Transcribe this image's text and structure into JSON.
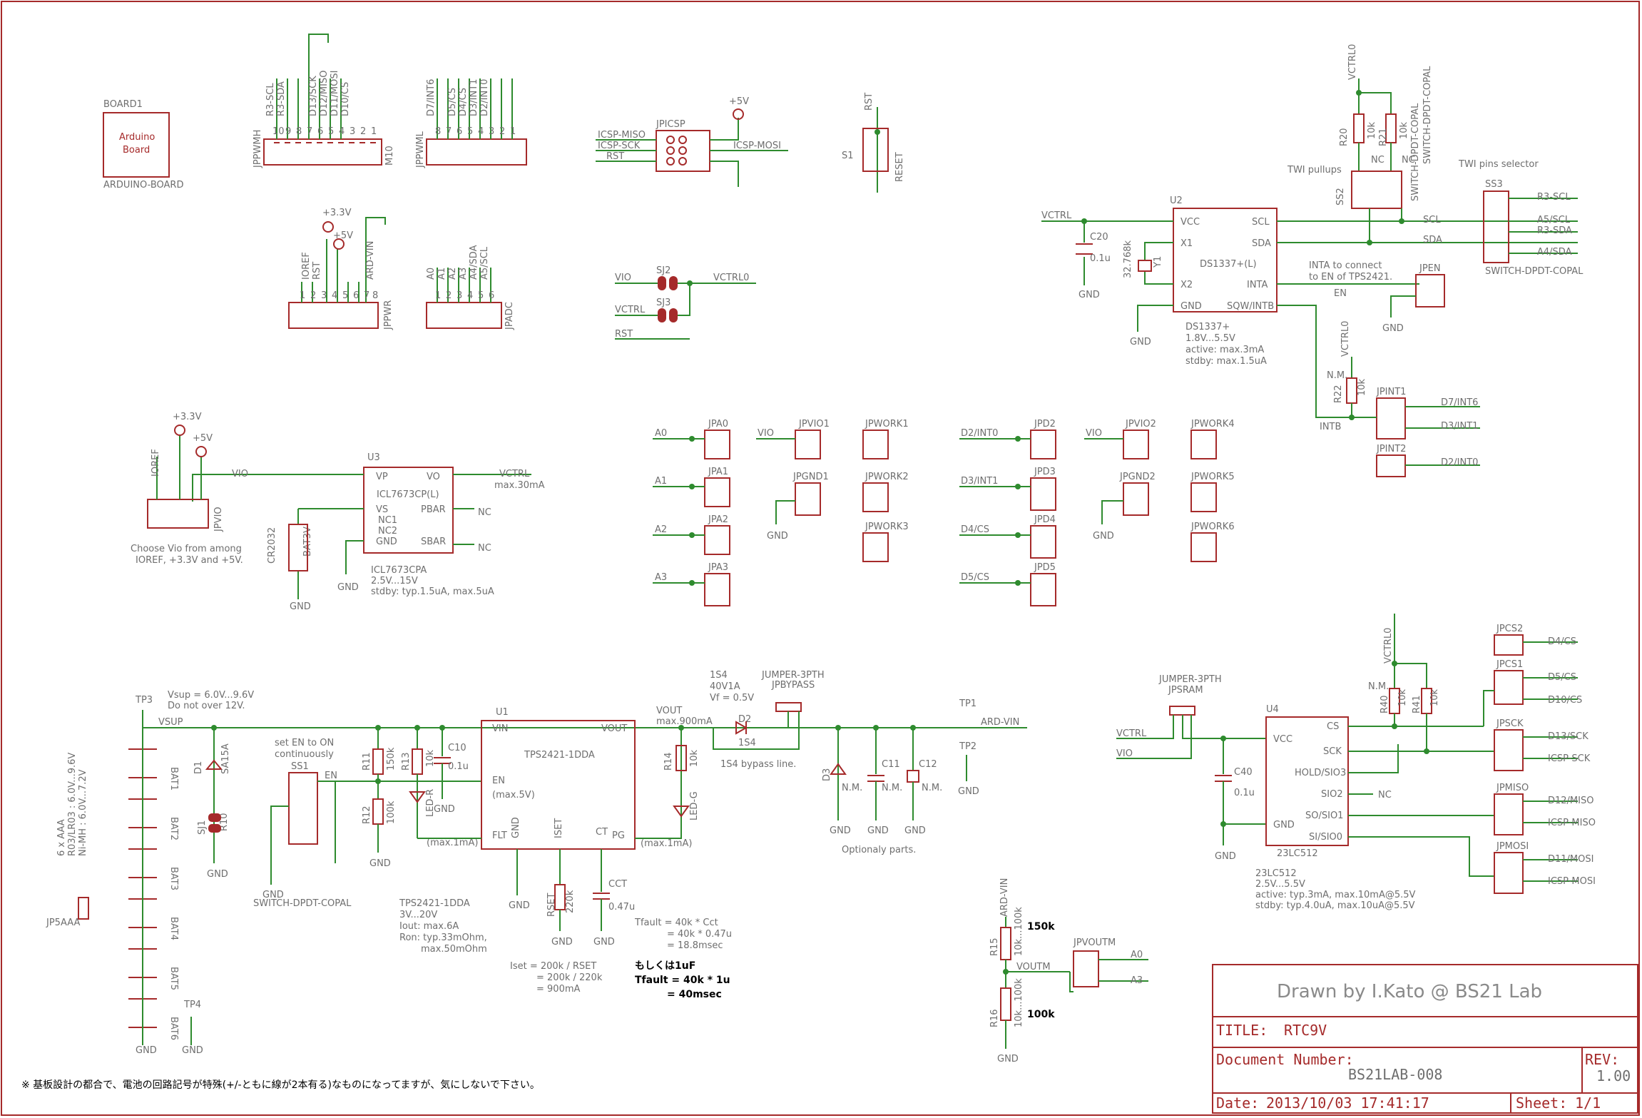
{
  "board": {
    "ref": "BOARD1",
    "label1": "Arduino",
    "label2": "Board",
    "value": "ARDUINO-BOARD"
  },
  "headers": {
    "jppwmh": {
      "ref": "JPPWMH",
      "value": "M10",
      "pins": [
        "R3-SCL",
        "R3-SDA",
        "D13/SCK",
        "D12/MISO",
        "D11/MOSI",
        "D10/CS"
      ]
    },
    "jppwml": {
      "ref": "JPPWML",
      "pins": [
        "D7/INT6",
        "D5/CS",
        "D4/CS",
        "D3/INT1",
        "D2/INT0"
      ]
    },
    "jppwr": {
      "ref": "JPPWR",
      "pins": [
        "IOREF",
        "RST",
        "ARD-VIN"
      ],
      "p1": "+3.3V",
      "p2": "+5V"
    },
    "jpadc": {
      "ref": "JPADC",
      "pins": [
        "A0",
        "A1",
        "A2",
        "A3",
        "A4/SDA",
        "A5/SCL"
      ]
    }
  },
  "icsp": {
    "ref": "JPICSP",
    "miso": "ICSP-MISO",
    "sck": "ICSP-SCK",
    "rst": "RST",
    "mosi": "ICSP-MOSI",
    "vcc": "+5V"
  },
  "reset": {
    "ref": "S1",
    "net": "RST",
    "value": "RESET"
  },
  "solder": {
    "sj2": "SJ2",
    "sj3": "SJ3",
    "vio": "VIO",
    "vctrl": "VCTRL",
    "vctrl0": "VCTRL0"
  },
  "rtc": {
    "ref": "U2",
    "chip": "DS1337+(L)",
    "partno": "DS1337+",
    "spec1": "1.8V...5.5V",
    "spec2": "active: max.3mA",
    "spec3": "stdby: max.1.5uA",
    "pins": {
      "vcc": "VCC",
      "x1": "X1",
      "x2": "X2",
      "gnd": "GND",
      "scl": "SCL",
      "sda": "SDA",
      "inta": "INTA",
      "sqw": "SQW/INTB"
    },
    "crystal": "32.768k",
    "yref": "Y1",
    "cap": "C20",
    "capval": "0.1u",
    "vnet": "VCTRL",
    "inta_note1": "INTA to connect",
    "inta_note2": "to EN of TPS2421.",
    "en": "EN",
    "intb": "INTB"
  },
  "twi": {
    "pullups": "TWI pullups",
    "selector": "TWI pins selector",
    "ss2": "SS2",
    "ss3": "SS3",
    "sw": "SWITCH-DPDT-COPAL",
    "r20": "R20",
    "r21": "R21",
    "r20v": "10k",
    "nc": "NC",
    "scl": "SCL",
    "sda": "SDA",
    "out": [
      "R3-SCL",
      "A5/SCL",
      "R3-SDA",
      "A4/SDA"
    ],
    "vctrl0": "VCTRL0"
  },
  "jpen": "JPEN",
  "intsel": {
    "r22": "R22",
    "nm": "N.M.",
    "r22v": "10k",
    "jpint1": "JPINT1",
    "jpint2": "JPINT2",
    "d7": "D7/INT6",
    "d3": "D3/INT1",
    "d2": "D2/INT0"
  },
  "vio": {
    "ref": "U3",
    "chip": "ICL7673CP(L)",
    "part": "ICL7673CPA",
    "spec1": "2.5V...15V",
    "spec2": "stdby: typ.1.5uA, max.5uA",
    "pins": {
      "vp": "VP",
      "vs": "VS",
      "nc1": "NC1",
      "nc2": "NC2",
      "gnd": "GND",
      "vo": "VO",
      "pbar": "PBAR",
      "sbar": "SBAR"
    },
    "vctrl": "VCTRL",
    "vctrlmax": "max.30mA",
    "nc": "NC",
    "bat": "BAT3V",
    "cr": "CR2032",
    "jpvio": "JPVIO",
    "ioref": "IOREF",
    "p33": "+3.3V",
    "p5": "+5V",
    "note1": "Choose Vio from among",
    "note2": "IOREF, +3.3V and +5V."
  },
  "jumpers": {
    "a": [
      "JPA0",
      "JPA1",
      "JPA2",
      "JPA3"
    ],
    "an": [
      "A0",
      "A1",
      "A2",
      "A3"
    ],
    "d": [
      "JPD2",
      "JPD3",
      "JPD4",
      "JPD5"
    ],
    "dn": [
      "D2/INT0",
      "D3/INT1",
      "D4/CS",
      "D5/CS"
    ],
    "vio1": "JPVIO1",
    "vio2": "JPVIO2",
    "gnd1": "JPGND1",
    "gnd2": "JPGND2",
    "work": [
      "JPWORK1",
      "JPWORK2",
      "JPWORK3",
      "JPWORK4",
      "JPWORK5",
      "JPWORK6"
    ]
  },
  "power": {
    "tp3": "TP3",
    "tp4": "TP4",
    "tp1": "TP1",
    "tp2": "TP2",
    "vsup1": "Vsup = 6.0V...9.6V",
    "vsup2": "Do not over 12V.",
    "vsup": "VSUP",
    "bats": [
      "BAT1",
      "BAT2",
      "BAT3",
      "BAT4",
      "BAT5",
      "BAT6"
    ],
    "aaa1": "6 x AAA",
    "aaa2": "R03/LR03 : 6.0V...9.6V",
    "aaa3": "Ni-MH : 6.0V...7.2V",
    "jp5": "JP5AAA",
    "d1": "D1",
    "d1v": "SA15A",
    "sj1": "SJ1",
    "r10": "R10",
    "en_note1": "set EN to ON",
    "en_note2": "continuously",
    "ss1": "SS1",
    "sw": "SWITCH-DPDT-COPAL",
    "r11": "R11",
    "r11v": "150k",
    "r12": "R12",
    "r12v": "100k",
    "r13": "R13",
    "r13v": "10k",
    "c10": "C10",
    "c10v": "0.1u",
    "ledr": "LED-R",
    "ledg": "LED-G",
    "r14": "R14",
    "r14v": "10k",
    "u1": "U1",
    "chip": "TPS2421-1DDA",
    "pins": {
      "vin": "VIN",
      "en": "EN",
      "env": "(max.5V)",
      "flt": "FLT",
      "gnd": "GND",
      "iset": "ISET",
      "ct": "CT",
      "pg": "PG",
      "vout": "VOUT"
    },
    "maxma": "(max.1mA)",
    "maxma2": "(max.1mA)",
    "vout": "VOUT",
    "voutmax": "max.900mA",
    "rset": "RSET",
    "rsetv": "220k",
    "cct": "CCT",
    "cctv": "0.47u",
    "s1": "TPS2421-1DDA",
    "s2": "3V...20V",
    "s3": "Iout: max.6A",
    "s4": "Ron: typ.33mOhm,",
    "s5": "max.50mOhm",
    "iset1": "Iset = 200k / RSET",
    "iset2": "= 200k / 220k",
    "iset3": "= 900mA",
    "tf1": "Tfault = 40k * Cct",
    "tf2": "= 40k * 0.47u",
    "tf3": "= 18.8msec",
    "alt1": "もしくは1uF",
    "alt2": "Tfault = 40k * 1u",
    "alt3": "= 40msec",
    "d2": "D2",
    "d2v": "1S4",
    "d2a": "1S4",
    "d2b": "40V1A",
    "d2c": "Vf = 0.5V",
    "jpb1": "JUMPER-3PTH",
    "jpb2": "JPBYPASS",
    "bypass": "1S4 bypass line.",
    "d3": "D3",
    "c11": "C11",
    "c12": "C12",
    "nm": "N.M.",
    "opt": "Optionaly parts.",
    "ardvin": "ARD-VIN",
    "gnd": "GND"
  },
  "divider": {
    "ardvin": "ARD-VIN",
    "r15": "R15",
    "r15v": "10k...100k",
    "r16": "R16",
    "r16v": "10k...100k",
    "v150": "150k",
    "v100": "100k",
    "voutm": "VOUTM",
    "jp": "JPVOUTM",
    "a0": "A0",
    "a3": "A3"
  },
  "sram": {
    "jp1": "JUMPER-3PTH",
    "jp2": "JPSRAM",
    "vctrl": "VCTRL",
    "vio": "VIO",
    "c40": "C40",
    "c40v": "0.1u",
    "u4": "U4",
    "chip": "23LC512",
    "s1": "23LC512",
    "s2": "2.5V...5.5V",
    "s3": "active: typ.3mA, max.10mA@5.5V",
    "s4": "stdby: typ.4.0uA, max.10uA@5.5V",
    "pins": {
      "vcc": "VCC",
      "gnd": "GND",
      "cs": "CS",
      "sck": "SCK",
      "hold": "HOLD/SIO3",
      "sio2": "SIO2",
      "sio1": "SO/SIO1",
      "sio0": "SI/SIO0"
    },
    "nc": "NC",
    "r40": "R40",
    "r41": "R41",
    "nm": "N.M.",
    "r40v": "10k",
    "vctrl0": "VCTRL0",
    "jpcs2": "JPCS2",
    "jpcs1": "JPCS1",
    "jpsck": "JPSCK",
    "jpmiso": "JPMISO",
    "jpmosi": "JPMOSI",
    "d4": "D4/CS",
    "d5": "D5/CS",
    "d10": "D10/CS",
    "d13": "D13/SCK",
    "isck": "ICSP-SCK",
    "d12": "D12/MISO",
    "imiso": "ICSP-MISO",
    "d11": "D11/MOSI",
    "imosi": "ICSP-MOSI"
  },
  "gnd": "GND",
  "footnote": "※ 基板設計の都合で、電池の回路記号が特殊(+/-ともに線が2本有る)なものになってますが、気にしないで下さい。",
  "title_block": {
    "drawn": "Drawn by I.Kato @ BS21 Lab",
    "title_label": "TITLE:",
    "title": "RTC9V",
    "docnum_label": "Document Number:",
    "docnum": "BS21LAB-008",
    "rev_label": "REV:",
    "rev": "1.00",
    "date_label": "Date:",
    "date": "2013/10/03 17:41:17",
    "sheet_label": "Sheet:",
    "sheet": "1/1"
  }
}
